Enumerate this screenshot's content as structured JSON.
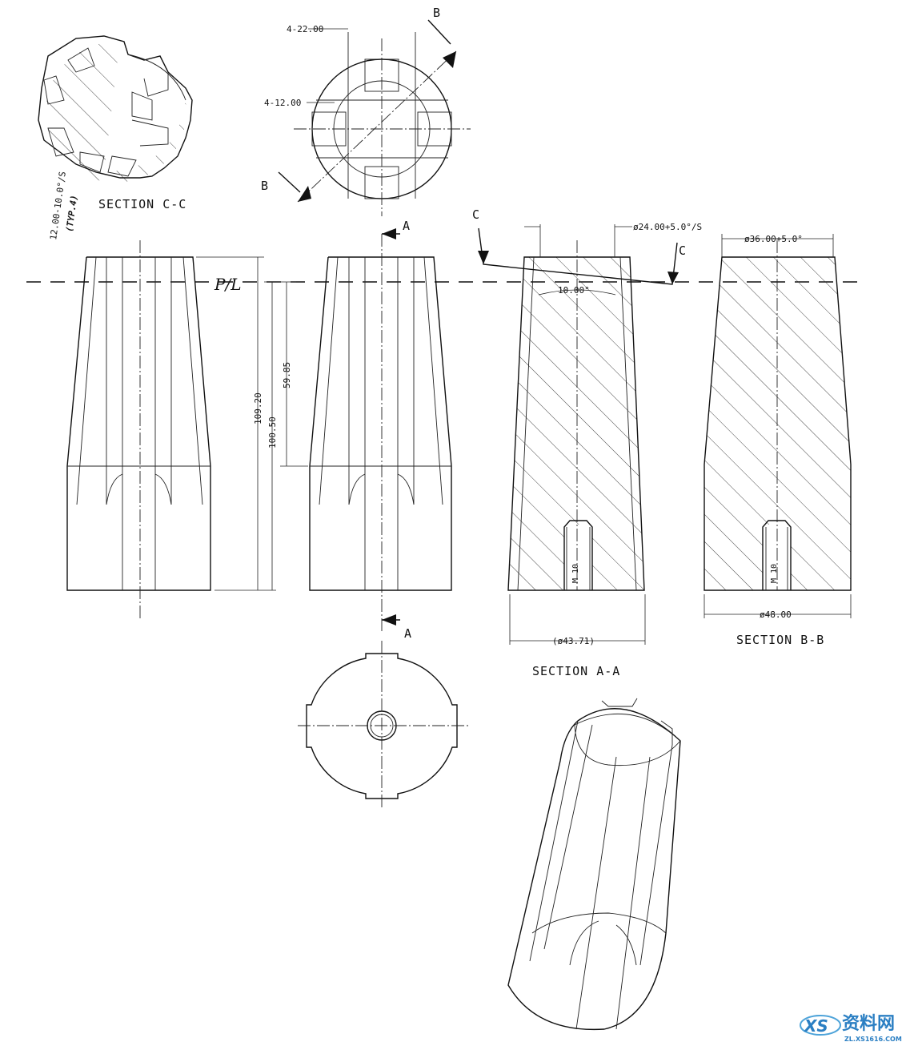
{
  "views": {
    "section_cc": {
      "title": "SECTION  C-C",
      "angle_note": "12.00-10.0°/S",
      "typ_note": "(TYP.4)"
    },
    "section_aa": {
      "title": "SECTION  A-A",
      "dia_top": "ø24.00+5.0°/S",
      "angle": "10.00°",
      "dia_bottom": "(ø43.71)",
      "thread": "M 10"
    },
    "section_bb": {
      "title": "SECTION  B-B",
      "dia_top": "ø36.00+5.0°",
      "dia_bottom": "ø48.00",
      "thread": "M 10"
    }
  },
  "dimensions": {
    "slot_width_outer": "4-22.00",
    "slot_width_inner": "4-12.00",
    "total_height": "109.20",
    "body_height": "100.50",
    "taper_length": "59.85"
  },
  "markers": {
    "parting_line": "P/L",
    "a_top": "A",
    "a_bottom": "A",
    "b_top": "B",
    "b_bottom": "B",
    "c_left": "C",
    "c_right": "C"
  },
  "watermark": {
    "text": "资料网",
    "url": "ZL.XS1616.COM"
  }
}
